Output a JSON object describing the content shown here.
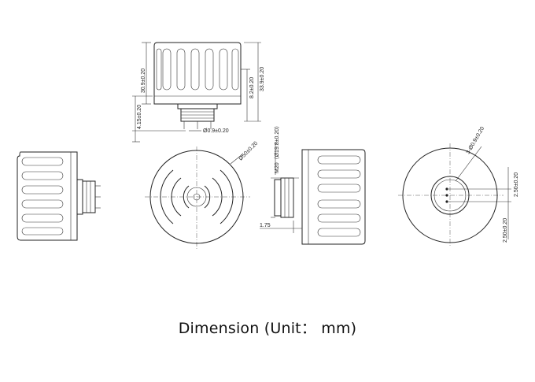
{
  "caption": "Dimension (Unit： mm)",
  "dimensions": {
    "height_body": "30.9±0.20",
    "height_total": "33.9±0.20",
    "pin_length": "8.2±0.20",
    "base_offset": "4.15±0.20",
    "pin_diameter": "Ø0.9±0.20",
    "outer_diameter": "Ø50±0.20",
    "thread": "M20（Ø19.8±0.20）",
    "flange_offset": "1.75",
    "pin_holes": "3-Ø0.9±0.20",
    "pin_spacing_top": "2.50±0.20",
    "pin_spacing_bottom": "2.50±0.20"
  }
}
